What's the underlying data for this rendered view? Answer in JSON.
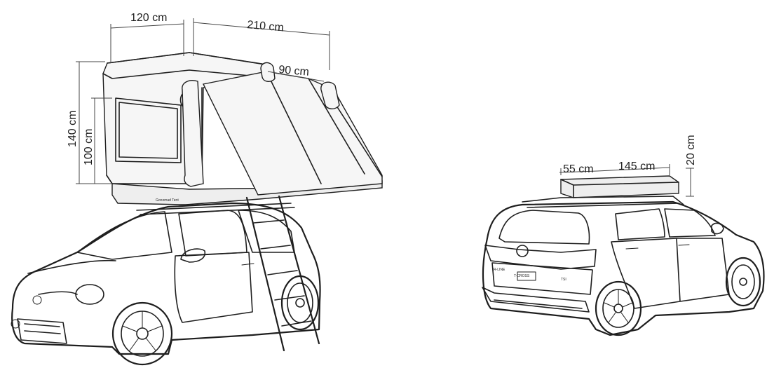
{
  "left_figure": {
    "dimensions": {
      "width_top": "120 cm",
      "length_top": "210 cm",
      "awning_depth": "90 cm",
      "total_height": "140 cm",
      "wall_height": "100 cm"
    },
    "brand_label": "Gonomad Tent"
  },
  "right_figure": {
    "dimensions": {
      "box_front": "55 cm",
      "box_length": "145 cm",
      "box_height": "20 cm"
    },
    "car_badge": "T-CROSS",
    "trim_badge": "R-LINE",
    "engine_badge": "TSI"
  },
  "colors": {
    "ink": "#1e1e1e",
    "fill": "#eeeeee",
    "background": "#ffffff"
  }
}
